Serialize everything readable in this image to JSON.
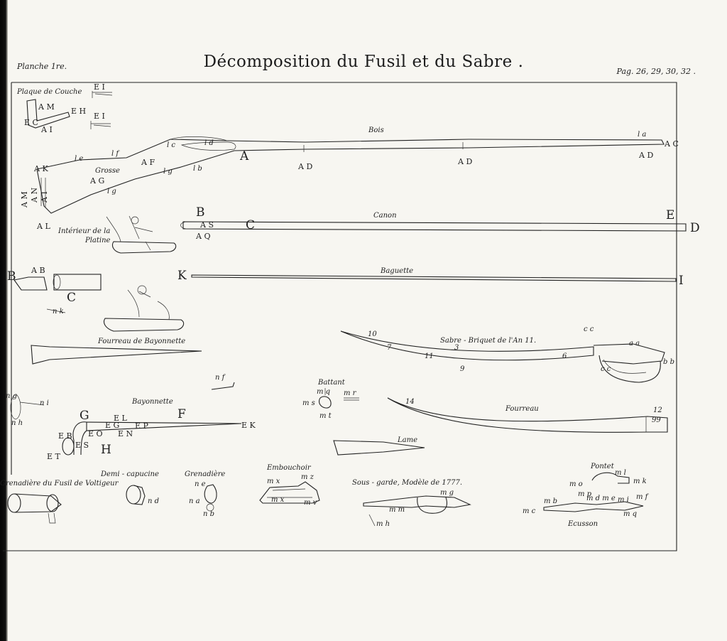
{
  "header": {
    "plate_number": "Planche 1re.",
    "title": "Décomposition du Fusil et du Sabre .",
    "page_refs": "Pag. 26, 29, 30, 32 ."
  },
  "captions": {
    "plaque_de_couche": "Plaque de Couche",
    "bois": "Bois",
    "grosse": "Grosse",
    "interieur_platine": "Intérieur de la",
    "platine": "Platine",
    "canon": "Canon",
    "baguette": "Baguette",
    "fourreau_baionnette": "Fourreau de Bayonnette",
    "sabre_briquet": "Sabre - Briquet de l'An 11.",
    "baionnette": "Bayonnette",
    "battant": "Battant",
    "fourreau": "Fourreau",
    "lame": "Lame",
    "grenadiere_voltigeur": "Grenadière du Fusil de Voltigeur",
    "demi_capucine": "Demi - capucine",
    "grenadiere": "Grenadière",
    "embouchoir": "Embouchoir",
    "sous_garde": "Sous - garde, Modèle de 1777.",
    "pontet": "Pontet",
    "ecusson": "Ecusson"
  },
  "letters": {
    "ei1": "E I",
    "am": "A M",
    "eh": "E H",
    "ec": "E C",
    "ai": "A I",
    "ei2": "E I",
    "le": "l e",
    "lf": "l f",
    "lc": "l c",
    "ld": "l d",
    "lb": "l b",
    "lg": "l g",
    "lg2": "l g",
    "ak": "A K",
    "af": "A F",
    "ag": "A G",
    "a_lock": "A",
    "ad1": "A D",
    "ad2": "A D",
    "ad3": "A D",
    "ac": "A C",
    "la": "l a",
    "am2": "A M",
    "an": "A N",
    "ai2": "A I",
    "al": "A L",
    "b": "B",
    "as": "A S",
    "c1": "C",
    "aq": "A Q",
    "e": "E",
    "d": "D",
    "b2": "B",
    "ab": "A B",
    "c2": "C",
    "k": "K",
    "i": "I",
    "nk": "n k",
    "n10": "10",
    "n7": "7",
    "n3": "3",
    "n11": "11",
    "n6": "6",
    "n9": "9",
    "cc": "c c",
    "aa": "a a",
    "bb": "b b",
    "cc2": "c c",
    "nf": "n f",
    "ng": "n g",
    "ni": "n i",
    "nh": "n h",
    "g": "G",
    "f": "F",
    "el": "E L",
    "eg": "E G",
    "ep": "E P",
    "ek": "E K",
    "eb": "E B",
    "eo": "E O",
    "en": "E N",
    "es": "E S",
    "et": "E T",
    "h": "H",
    "mq": "m q",
    "mr": "m r",
    "ms": "m s",
    "mt": "m t",
    "n14": "14",
    "n12": "12",
    "n99": "99",
    "nd": "n d",
    "ne": "n e",
    "na": "n a",
    "nb": "n b",
    "mx": "m x",
    "mz": "m z",
    "mv": "m v",
    "mx2": "m x",
    "mg": "m g",
    "mm": "m m",
    "mh": "m h",
    "ml": "m l",
    "mk": "m k",
    "mo": "m o",
    "mp": "m p",
    "mi": "m i",
    "mf": "m f",
    "mb": "m b",
    "mc": "m c",
    "mq2": "m q",
    "mdme": "m d m e"
  }
}
